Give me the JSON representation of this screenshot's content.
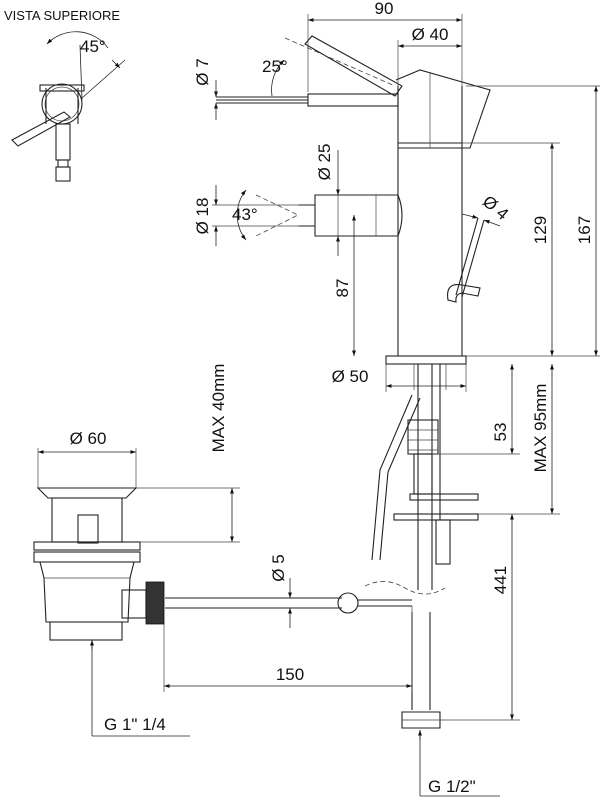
{
  "view_label": "VISTA SUPERIORE",
  "dimensions": {
    "top_angle": "45°",
    "width_90": "90",
    "dia_40": "Ø 40",
    "dia_7": "Ø 7",
    "angle_25": "25°",
    "dia_25": "Ø 25",
    "dia_18": "Ø 18",
    "angle_43": "43°",
    "dia_4": "Ø 4",
    "height_129": "129",
    "height_167": "167",
    "height_87": "87",
    "dia_50": "Ø 50",
    "height_53": "53",
    "max_95": "MAX 95mm",
    "dia_60": "Ø 60",
    "max_40": "MAX 40mm",
    "dia_5": "Ø 5",
    "length_150": "150",
    "length_441": "441"
  },
  "threads": {
    "waste": "G 1\" 1/4",
    "supply": "G 1/2\""
  }
}
